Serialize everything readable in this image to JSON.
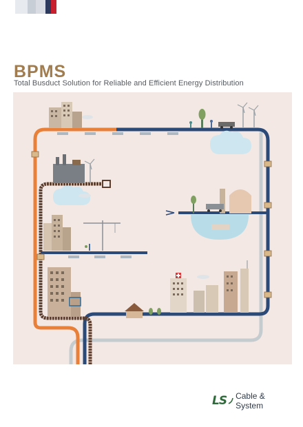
{
  "cover": {
    "title": "BPMS",
    "subtitle": "Total Busduct Solution for Reliable and Efficient Energy Distribution"
  },
  "logo": {
    "mark": "LS",
    "text": "Cable & System"
  },
  "colors": {
    "title": "#a07c4e",
    "background_panel": "#f3e8e4",
    "busduct_orange": "#e8803a",
    "busduct_navy": "#2c4a78",
    "busduct_gray": "#c5ccd0",
    "cable_brown": "#6b4a36",
    "water": "#b8dde8",
    "brand_green": "#2f6a3a"
  }
}
